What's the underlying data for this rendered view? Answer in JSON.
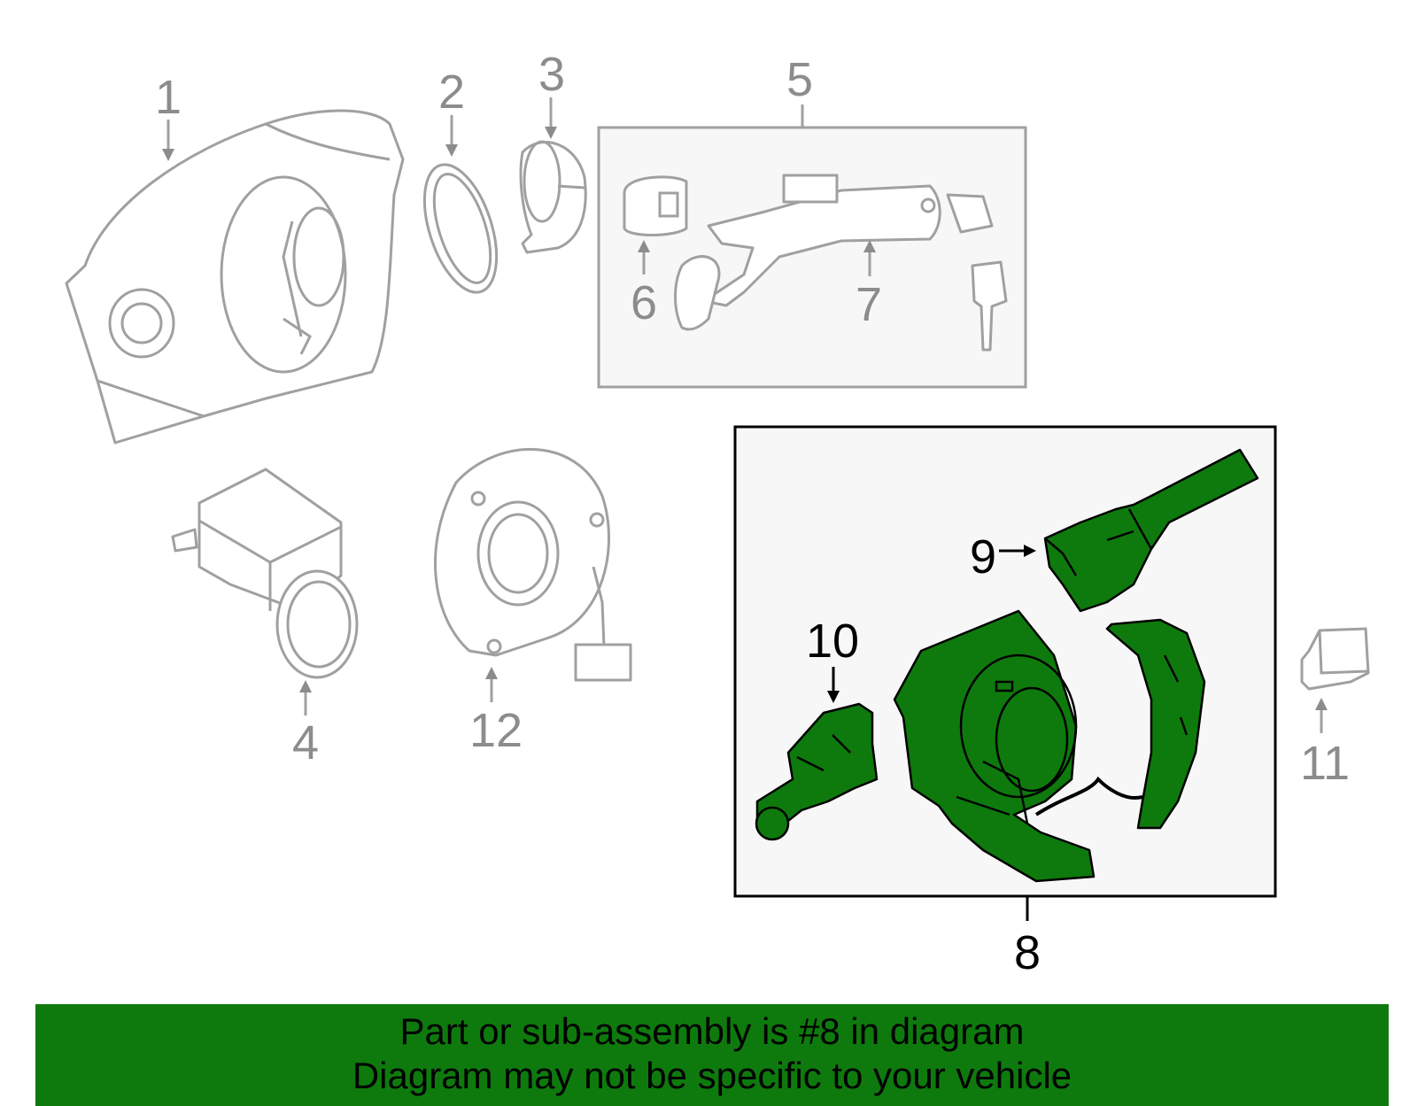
{
  "callouts": {
    "c1": "1",
    "c2": "2",
    "c3": "3",
    "c4": "4",
    "c5": "5",
    "c6": "6",
    "c7": "7",
    "c8": "8",
    "c9": "9",
    "c10": "10",
    "c11": "11",
    "c12": "12"
  },
  "highlight_color": "#0e7a0d",
  "banner": {
    "line1": "Part or sub-assembly is #8 in diagram",
    "line2": "Diagram may not be specific to your vehicle"
  }
}
